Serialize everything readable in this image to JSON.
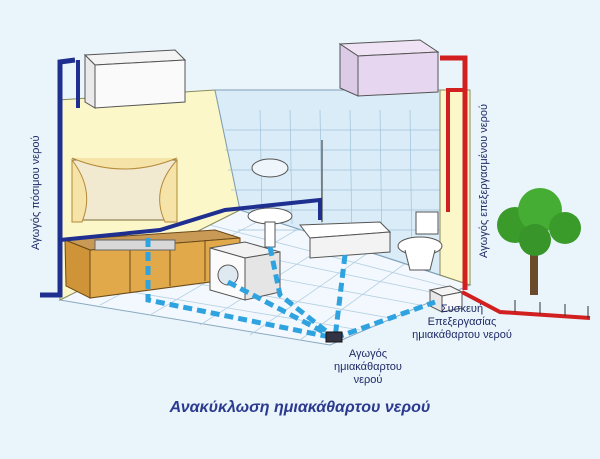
{
  "labels": {
    "potable_pipe": "Αγωγός πόσιμου νερού",
    "treated_pipe": "Αγωγός επεξεργασμένου νερού",
    "greywater_pipe": "Αγωγός\nημιακάθαρτου\nνερού",
    "treatment_unit": "Συσκευή\nΕπεξεργασίας\nημιακάθαρτου νερού"
  },
  "caption": "Ανακύκλωση ημιακάθαρτου νερού",
  "colors": {
    "potable": "#1e2f8f",
    "treated": "#d21f1f",
    "greywater": "#2ea3e0",
    "wall": "#fbf7c9",
    "tile": "#d9ecf7",
    "cabinet": "#e1a94a",
    "tank": "#e6d6f0"
  }
}
